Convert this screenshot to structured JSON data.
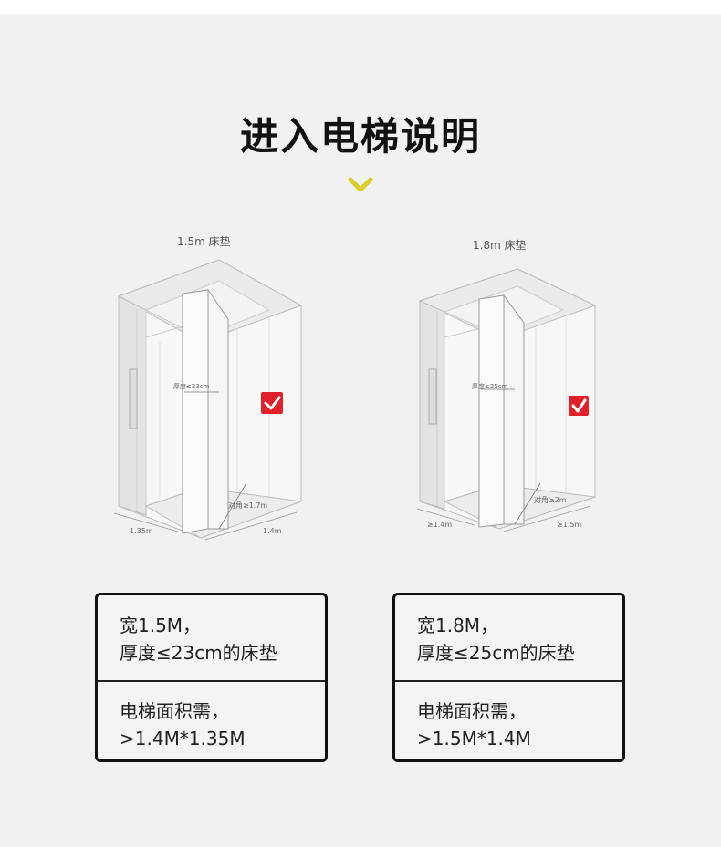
{
  "title": "进入电梯说明",
  "left": {
    "mattress_label": "1.5m 床垫",
    "thickness_label": "厚度≤23cm",
    "diagonal_label": "对角≥1.7m",
    "depth_label": "1.35m",
    "width_label": "1.4m",
    "card": {
      "line1": "宽1.5M，",
      "line2": "厚度≤23cm的床垫",
      "line3": "电梯面积需，",
      "line4": ">1.4M*1.35M"
    }
  },
  "right": {
    "mattress_label": "1.8m 床垫",
    "thickness_label": "厚度≤25cm",
    "diagonal_label": "对角≥2m",
    "depth_label": "≥1.4m",
    "width_label": "≥1.5m",
    "card": {
      "line1": "宽1.8M，",
      "line2": "厚度≤25cm的床垫",
      "line3": "电梯面积需，",
      "line4": ">1.5M*1.4M"
    }
  },
  "colors": {
    "chevron": "#d8d02a",
    "check_box": "#e0212b",
    "card_border": "#111111"
  },
  "icons": [
    "chevron-down-icon",
    "check-icon"
  ]
}
